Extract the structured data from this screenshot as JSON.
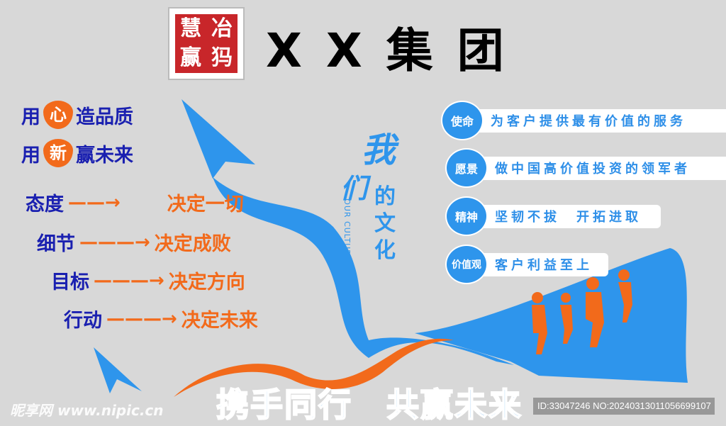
{
  "seal": {
    "chars": [
      "慧",
      "冶",
      "赢",
      "犸"
    ]
  },
  "title": "XX集团",
  "slogans": [
    {
      "pre": "用",
      "heart": "心",
      "post": "造品质"
    },
    {
      "pre": "用",
      "heart": "新",
      "post": "赢未来"
    }
  ],
  "rows": [
    {
      "k": "态度",
      "v": "决定一切"
    },
    {
      "k": "细节",
      "v": "决定成败"
    },
    {
      "k": "目标",
      "v": "决定方向"
    },
    {
      "k": "行动",
      "v": "决定未来"
    }
  ],
  "culture": {
    "c1": "我",
    "c2": "们",
    "c3": "的",
    "c4": "文",
    "c5": "化",
    "en": "OUR CULTURE"
  },
  "items": [
    {
      "label": "使命",
      "text": "为客户提供最有价值的服务"
    },
    {
      "label": "愿景",
      "text": "做中国高价值投资的领军者"
    },
    {
      "label": "精神",
      "text": "坚韧不拔　开拓进取"
    },
    {
      "label": "价值观",
      "text": "客户利益至上"
    }
  ],
  "bottom": "携手同行　共赢未来",
  "watermark": "昵享网 www.nipic.cn",
  "id_text": "ID:33047246 NO:20240313011056699107",
  "colors": {
    "blue": "#2e95ec",
    "orange": "#f26a1b",
    "navy": "#1a20b0",
    "seal": "#c8262a"
  }
}
